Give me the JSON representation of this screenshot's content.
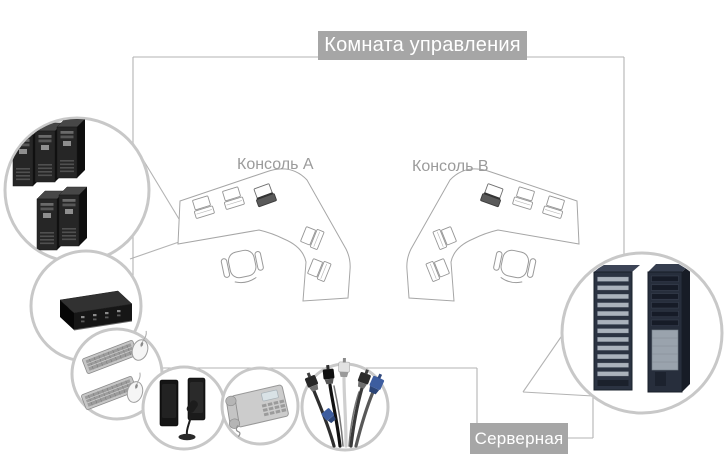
{
  "rooms": {
    "control_room": {
      "label": "Комната управления",
      "consoles": [
        {
          "label": "Консоль A"
        },
        {
          "label": "Консоль B"
        }
      ]
    },
    "server_room": {
      "label": "Серверная"
    }
  },
  "equipment_circles": [
    {
      "icon": "tower-computers-icon"
    },
    {
      "icon": "kvm-switch-icon"
    },
    {
      "icon": "keyboards-mice-icon"
    },
    {
      "icon": "speakers-microphone-icon"
    },
    {
      "icon": "desk-phone-icon"
    },
    {
      "icon": "kvm-cables-icon"
    },
    {
      "icon": "server-racks-icon"
    }
  ],
  "colors": {
    "label_bg": "#a6a6a6",
    "label_text": "#ffffff",
    "console_label_text": "#9b9b9b",
    "connector_line": "#b3b3b3",
    "circle_border": "#c8c8c8",
    "desk_line": "#a6a6a6",
    "accent_blue_connector": "#3d5d9f"
  }
}
